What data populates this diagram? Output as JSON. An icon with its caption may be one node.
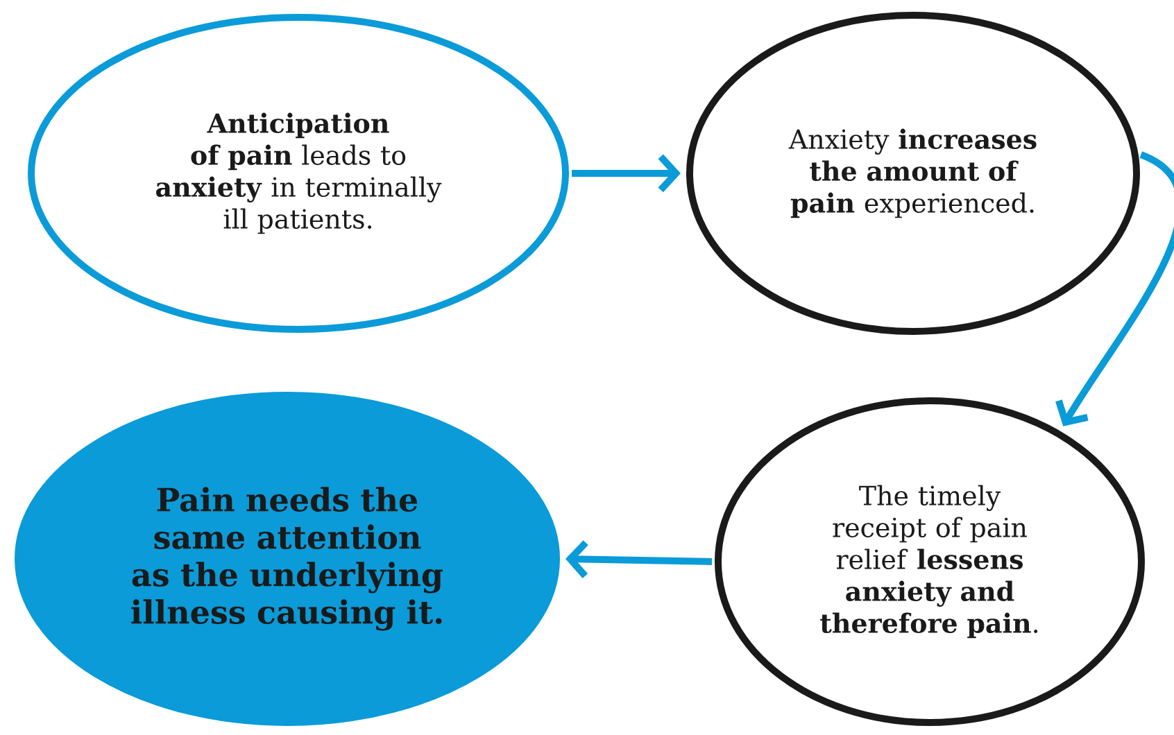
{
  "diagram": {
    "nodes": [
      {
        "text": [
          "**Anticipation of pain** leads to **anxiety** in terminally ill patients."
        ]
      },
      {
        "text": [
          "Anxiety **increases the amount of pain** experienced."
        ]
      },
      {
        "text": [
          "The timely receipt of pain relief **lessens anxiety and therefore pain**."
        ]
      },
      {
        "text": [
          "Pain needs the same attention as the underlying illness causing it."
        ]
      }
    ],
    "edges": [
      {
        "from": 0,
        "to": 1,
        "arrow": "to"
      },
      {
        "from": 1,
        "to": 2,
        "arrow": "to"
      },
      {
        "from": 2,
        "to": 3,
        "arrow": "to"
      }
    ]
  }
}
